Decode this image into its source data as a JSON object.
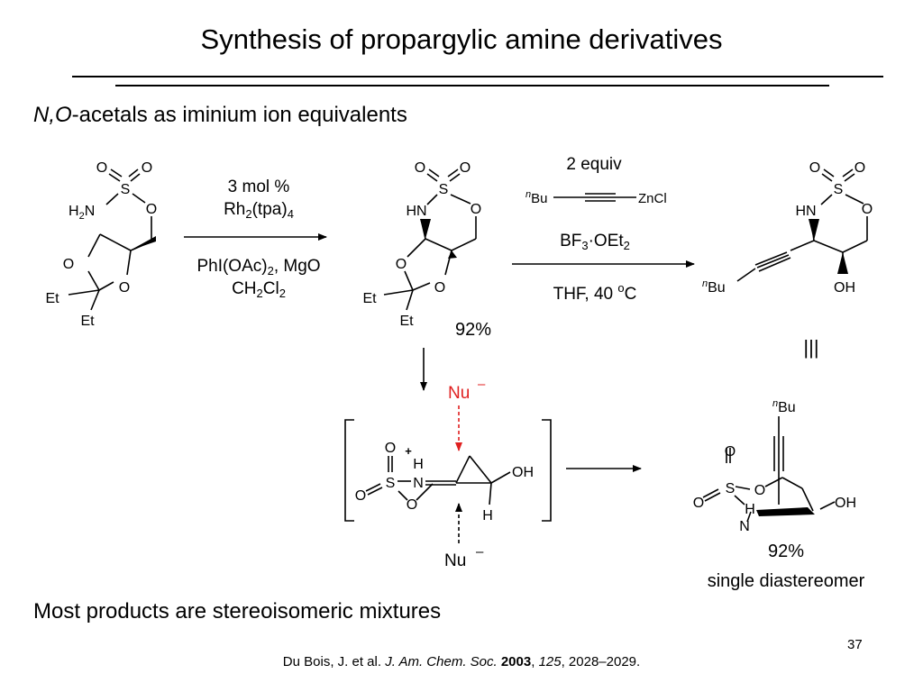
{
  "slide": {
    "title": "Synthesis of propargylic amine derivatives",
    "subtitle_italic": "N,O",
    "subtitle_rest": "-acetals as iminium ion equivalents",
    "conclusion": "Most products are stereoisomeric mixtures",
    "page_number": "37",
    "citation": {
      "authors": "Du Bois, J. et al. ",
      "journal": "J. Am. Chem. Soc.",
      "sep1": " ",
      "year": "2003",
      "sep2": ", ",
      "volume": "125",
      "pages": ", 2028–2029."
    }
  },
  "colors": {
    "text": "#000000",
    "nucleophile": "#e02020"
  },
  "labels": {
    "o": "O",
    "s": "S",
    "h": "H",
    "n": "N",
    "et": "Et",
    "oh": "OH",
    "h2n_h": "H",
    "h2n_2": "2",
    "h2n_n": "N",
    "hn": "HN",
    "nbu_sup": "n",
    "nbu": "Bu",
    "zncl": "ZnCl",
    "nu": "Nu",
    "minus": "–",
    "plus": "+",
    "triple_bar": "|||"
  },
  "conditions": {
    "step1": {
      "line1": "3 mol %",
      "line2_a": "Rh",
      "line2_b": "2",
      "line2_c": "(tpa)",
      "line2_d": "4",
      "line3_a": "PhI(OAc)",
      "line3_b": "2",
      "line3_c": ", MgO",
      "line4_a": "CH",
      "line4_b": "2",
      "line4_c": "Cl",
      "line4_d": "2"
    },
    "step2": {
      "line1": "2 equiv",
      "line2_a": "BF",
      "line2_b": "3",
      "line2_c": "·OEt",
      "line2_d": "2",
      "line3_a": "THF, 40 ",
      "line3_b": "o",
      "line3_c": "C"
    }
  },
  "yields": {
    "aziridine_step": "92%",
    "final_yield": "92%",
    "final_note": "single diastereomer"
  }
}
